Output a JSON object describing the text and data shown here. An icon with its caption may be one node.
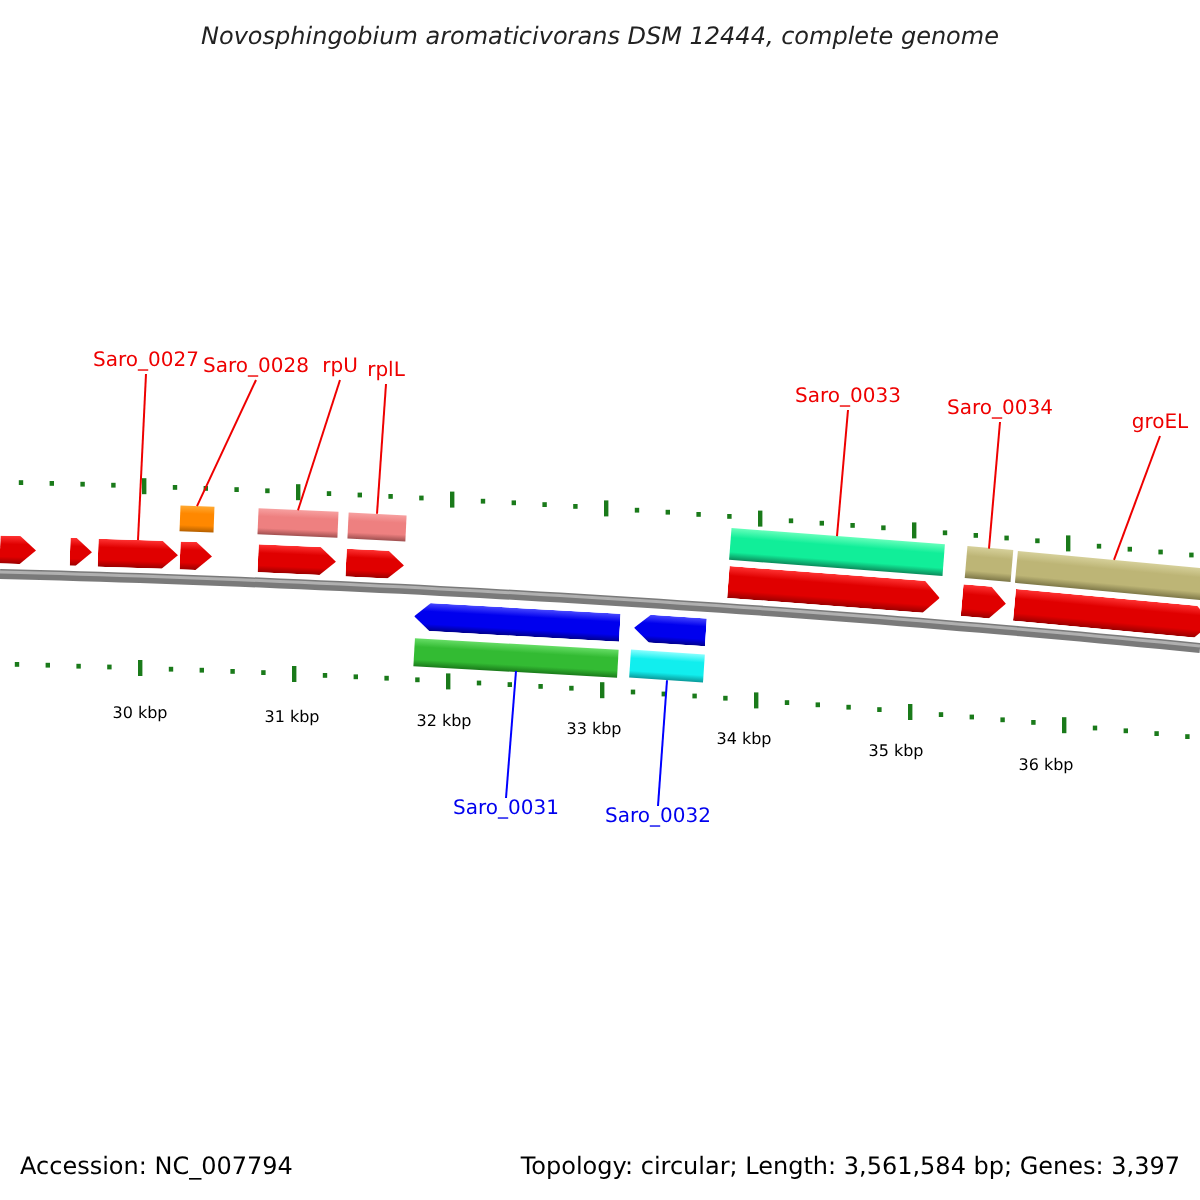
{
  "diagram": {
    "title": "Novosphingobium aromaticivorans DSM 12444, complete genome",
    "nodes": [
      {
        "text": [
          "Saro_0027"
        ]
      },
      {
        "text": [
          "Saro_0028"
        ]
      },
      {
        "text": [
          "rpU"
        ]
      },
      {
        "text": [
          "rplL"
        ]
      },
      {
        "text": [
          "Saro_0033"
        ]
      },
      {
        "text": [
          "Saro_0034"
        ]
      },
      {
        "text": [
          "groEL"
        ]
      },
      {
        "text": [
          "Saro_0031"
        ]
      },
      {
        "text": [
          "Saro_0032"
        ]
      },
      {
        "text": [],
        "shape": "box"
      },
      {
        "text": [],
        "shape": "box"
      },
      {
        "text": [],
        "shape": "box"
      },
      {
        "text": [],
        "shape": "box"
      },
      {
        "text": [],
        "shape": "box"
      },
      {
        "text": [],
        "shape": "box"
      },
      {
        "text": [],
        "shape": "arrow"
      },
      {
        "text": [],
        "shape": "arrow"
      },
      {
        "text": [],
        "shape": "arrow"
      },
      {
        "text": [],
        "shape": "arrow"
      },
      {
        "text": [],
        "shape": "arrow"
      },
      {
        "text": [],
        "shape": "arrow"
      },
      {
        "text": [],
        "shape": "arrow"
      },
      {
        "text": [],
        "shape": "arrow"
      },
      {
        "text": [],
        "shape": "arrow"
      },
      {
        "text": [],
        "shape": "arrow"
      },
      {
        "text": [],
        "shape": "arrow"
      },
      {
        "text": [],
        "shape": "box"
      },
      {
        "text": [],
        "shape": "box"
      }
    ],
    "edges": [
      {
        "from": 0,
        "to": 17,
        "arrow": "none"
      },
      {
        "from": 1,
        "to": 9,
        "arrow": "none"
      },
      {
        "from": 2,
        "to": 10,
        "arrow": "none"
      },
      {
        "from": 3,
        "to": 11,
        "arrow": "none"
      },
      {
        "from": 4,
        "to": 12,
        "arrow": "none"
      },
      {
        "from": 5,
        "to": 13,
        "arrow": "none"
      },
      {
        "from": 6,
        "to": 14,
        "arrow": "none"
      },
      {
        "from": 7,
        "to": 26,
        "arrow": "none",
        "color": "#0000ff"
      },
      {
        "from": 8,
        "to": 27,
        "arrow": "none",
        "color": "#0000ff"
      }
    ],
    "labels": [
      "30 kbp",
      "31 kbp",
      "32 kbp",
      "33 kbp",
      "34 kbp",
      "35 kbp",
      "36 kbp",
      "Accession: NC_007794",
      "Topology: circular; Length: 3,561,584 bp; Genes: 3,397"
    ]
  }
}
